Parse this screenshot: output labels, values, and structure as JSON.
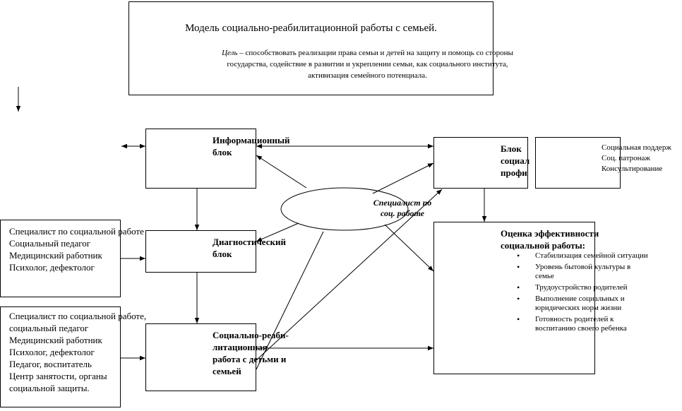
{
  "title": "Модель социально-реабилитационной работы с семьей.",
  "goal": {
    "label": "Цель",
    "line1": " – способствовать реализации права семьи и детей на защиту и помощь со стороны",
    "line2": "государства, содействие в развитии и укреплении семьи, как социального института,",
    "line3": "активизация семейного потенциала."
  },
  "blocks": {
    "info": [
      "Информационный",
      "блок"
    ],
    "diagnostic": [
      "Диагностический",
      "блок"
    ],
    "rehab": [
      "Социально-реаби-",
      "литационная",
      "работа с детьми и",
      "семьей"
    ],
    "profile": [
      "Блок",
      "социал",
      "профи"
    ],
    "evaluation_title": [
      "Оценка эффективности",
      "социальной работы:"
    ]
  },
  "profile_items": [
    "Социальная поддерж",
    "Соц. патронаж",
    "Консультирование"
  ],
  "evaluation_items": [
    "Стабилизация семейной ситуации",
    "Уровень бытовой культуры в семье",
    "Трудоустройство родителей",
    "Выполнение социальных и юридических норм жизни",
    "Готовность родителей к воспитанию своего ребенка"
  ],
  "specialist": [
    "Специалист по",
    "соц. работе"
  ],
  "left_box1": [
    "Специалист по социальной работе",
    "Социальный педагог",
    "Медицинский работник",
    "Психолог, дефектолог"
  ],
  "left_box2": [
    "Специалист по социальной работе,",
    "социальный педагог",
    "Медицинский работник",
    "Психолог, дефектолог",
    "Педагог, воспитатель",
    "Центр занятости, органы",
    "социальной защиты."
  ]
}
